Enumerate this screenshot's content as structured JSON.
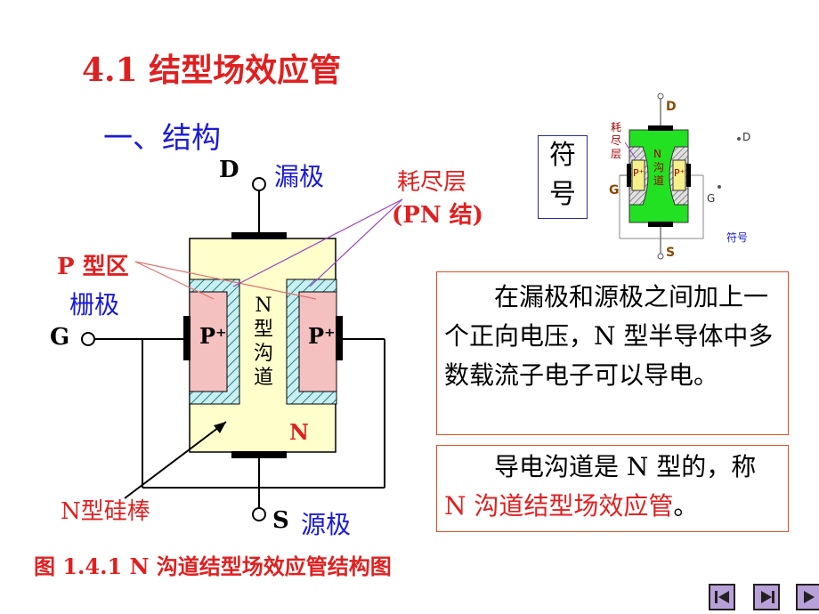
{
  "title": "4.1    结型场效应管",
  "subtitle": "一、结构",
  "diagram": {
    "drain_letter": "D",
    "drain_label": "漏极",
    "gate_label": "栅极",
    "gate_letter": "G",
    "source_letter": "S",
    "source_label": "源极",
    "p_region_label": "P 型区",
    "depletion_label": "耗尽层",
    "pn_label": "(PN 结)",
    "n_rod_label": "N型硅棒",
    "p_plus": "P⁺",
    "n_label": "N",
    "channel_text": "N型沟道"
  },
  "caption": "图 1.4.1    N 沟道结型场效应管结构图",
  "explanation_1": "在漏极和源极之间加上一个正向电压，N 型半导体中多数载流子电子可以导电。",
  "explanation_2_pre": "导电沟道是 N 型的，称 ",
  "explanation_2_highlight": "N 沟道结型场效应管",
  "explanation_2_post": "。",
  "symbol": {
    "box_text": "符号",
    "d": "D",
    "g": "G",
    "s": "S",
    "depletion_small": "耗尽层",
    "channel_small": "N沟道",
    "p_small": "P⁺",
    "symbol_caption": "符号"
  },
  "colors": {
    "title": "#e02020",
    "blue_text": "#1a1ad8",
    "body_fill": "#ffffcc",
    "p_region": "#f5c0c0",
    "depletion_hatch": "#c8f0f0",
    "symbol_green": "#22e022"
  },
  "nav_icons": [
    "first-page-icon",
    "previous-page-icon",
    "next-page-icon",
    "last-page-icon"
  ]
}
